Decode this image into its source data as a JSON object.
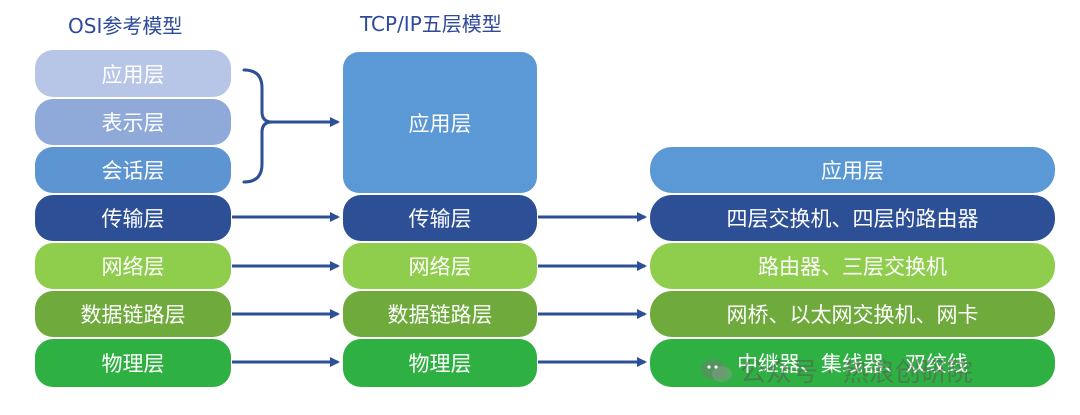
{
  "titles": {
    "osi": "OSI参考模型",
    "tcpip": "TCP/IP五层模型"
  },
  "osi_layers": [
    "应用层",
    "表示层",
    "会话层",
    "传输层",
    "网络层",
    "数据链路层",
    "物理层"
  ],
  "tcpip_layers": [
    "应用层",
    "传输层",
    "网络层",
    "数据链路层",
    "物理层"
  ],
  "devices": [
    "应用层",
    "四层交换机、四层的路由器",
    "路由器、三层交换机",
    "网桥、以太网交换机、网卡",
    "中继器、集线器、双绞线"
  ],
  "watermark": "公众号 · 热浪创研院",
  "colors": {
    "osi_app": "#b7c6e6",
    "osi_pres": "#8fa9d8",
    "osi_sess": "#5d94d2",
    "tcp_app": "#5b98d6",
    "transport": "#2c4f96",
    "network": "#8fce4c",
    "datalink": "#6faa3c",
    "physical": "#2fb042",
    "arrow": "#2c4f96"
  }
}
